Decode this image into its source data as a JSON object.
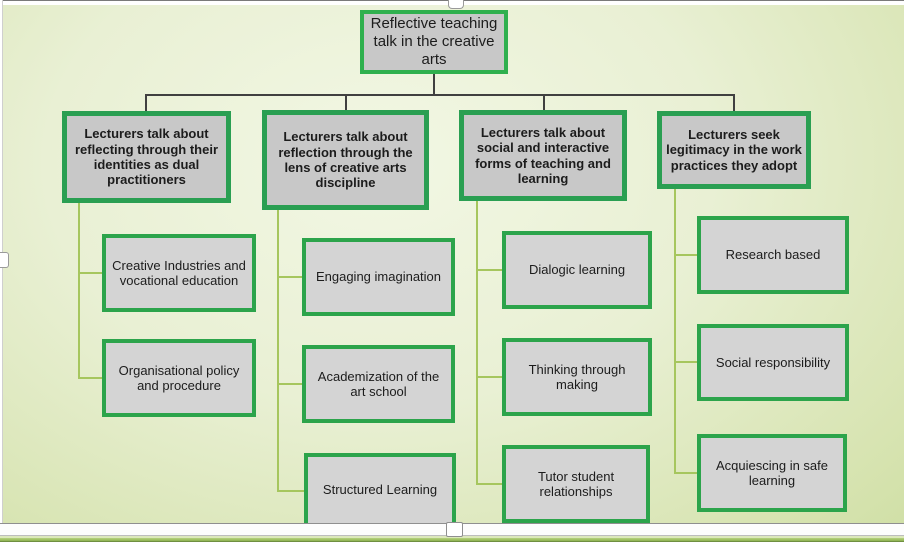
{
  "slide": {
    "root": {
      "label": "Reflective teaching talk in the creative arts"
    },
    "branches": [
      {
        "label": "Lecturers talk about reflecting through their identities as dual practitioners",
        "children": [
          "Creative Industries and vocational education",
          "Organisational policy and procedure"
        ]
      },
      {
        "label": "Lecturers talk about reflection through the lens of creative arts discipline",
        "children": [
          "Engaging imagination",
          "Academization of the art school",
          "Structured Learning"
        ]
      },
      {
        "label": "Lecturers talk about social and interactive forms of teaching and learning",
        "children": [
          "Dialogic learning",
          "Thinking through making",
          "Tutor student relationships"
        ]
      },
      {
        "label": "Lecturers seek legitimacy in the work practices they adopt",
        "children": [
          "Research based",
          "Social responsibility",
          "Acquiescing in safe learning"
        ]
      }
    ]
  },
  "colors": {
    "node_fill": "#c8c8c8",
    "child_fill": "#d4d4d4",
    "border_root": "#2fb04e",
    "border_branch": "#2a9f52",
    "border_child": "#2ca44b",
    "connector_dark": "#404040",
    "connector_green": "#a6c65e",
    "slide_bg_center": "#f2f7e4",
    "slide_bg_edge": "#d6e3af",
    "text": "#1c1c1c"
  }
}
